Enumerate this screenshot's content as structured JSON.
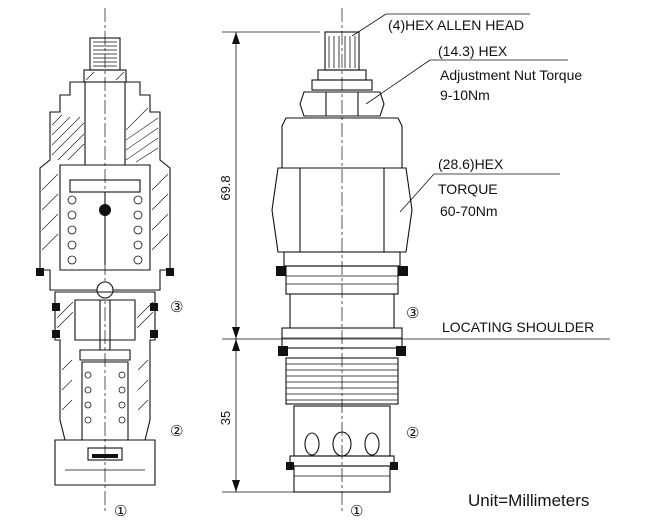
{
  "callouts": {
    "hex_allen_head": "(4)HEX ALLEN HEAD",
    "adjust_nut_hex": "(14.3) HEX",
    "adjust_nut_torque_label": "Adjustment Nut Torque",
    "adjust_nut_torque_value": "9-10Nm",
    "body_hex": "(28.6)HEX",
    "body_torque_label": "TORQUE",
    "body_torque_value": "60-70Nm",
    "locating_shoulder": "LOCATING SHOULDER"
  },
  "dimensions": {
    "upper_length": "69.8",
    "lower_length": "35"
  },
  "ports": {
    "port1": "①",
    "port2": "②",
    "port3": "③"
  },
  "units": "Unit=Millimeters"
}
